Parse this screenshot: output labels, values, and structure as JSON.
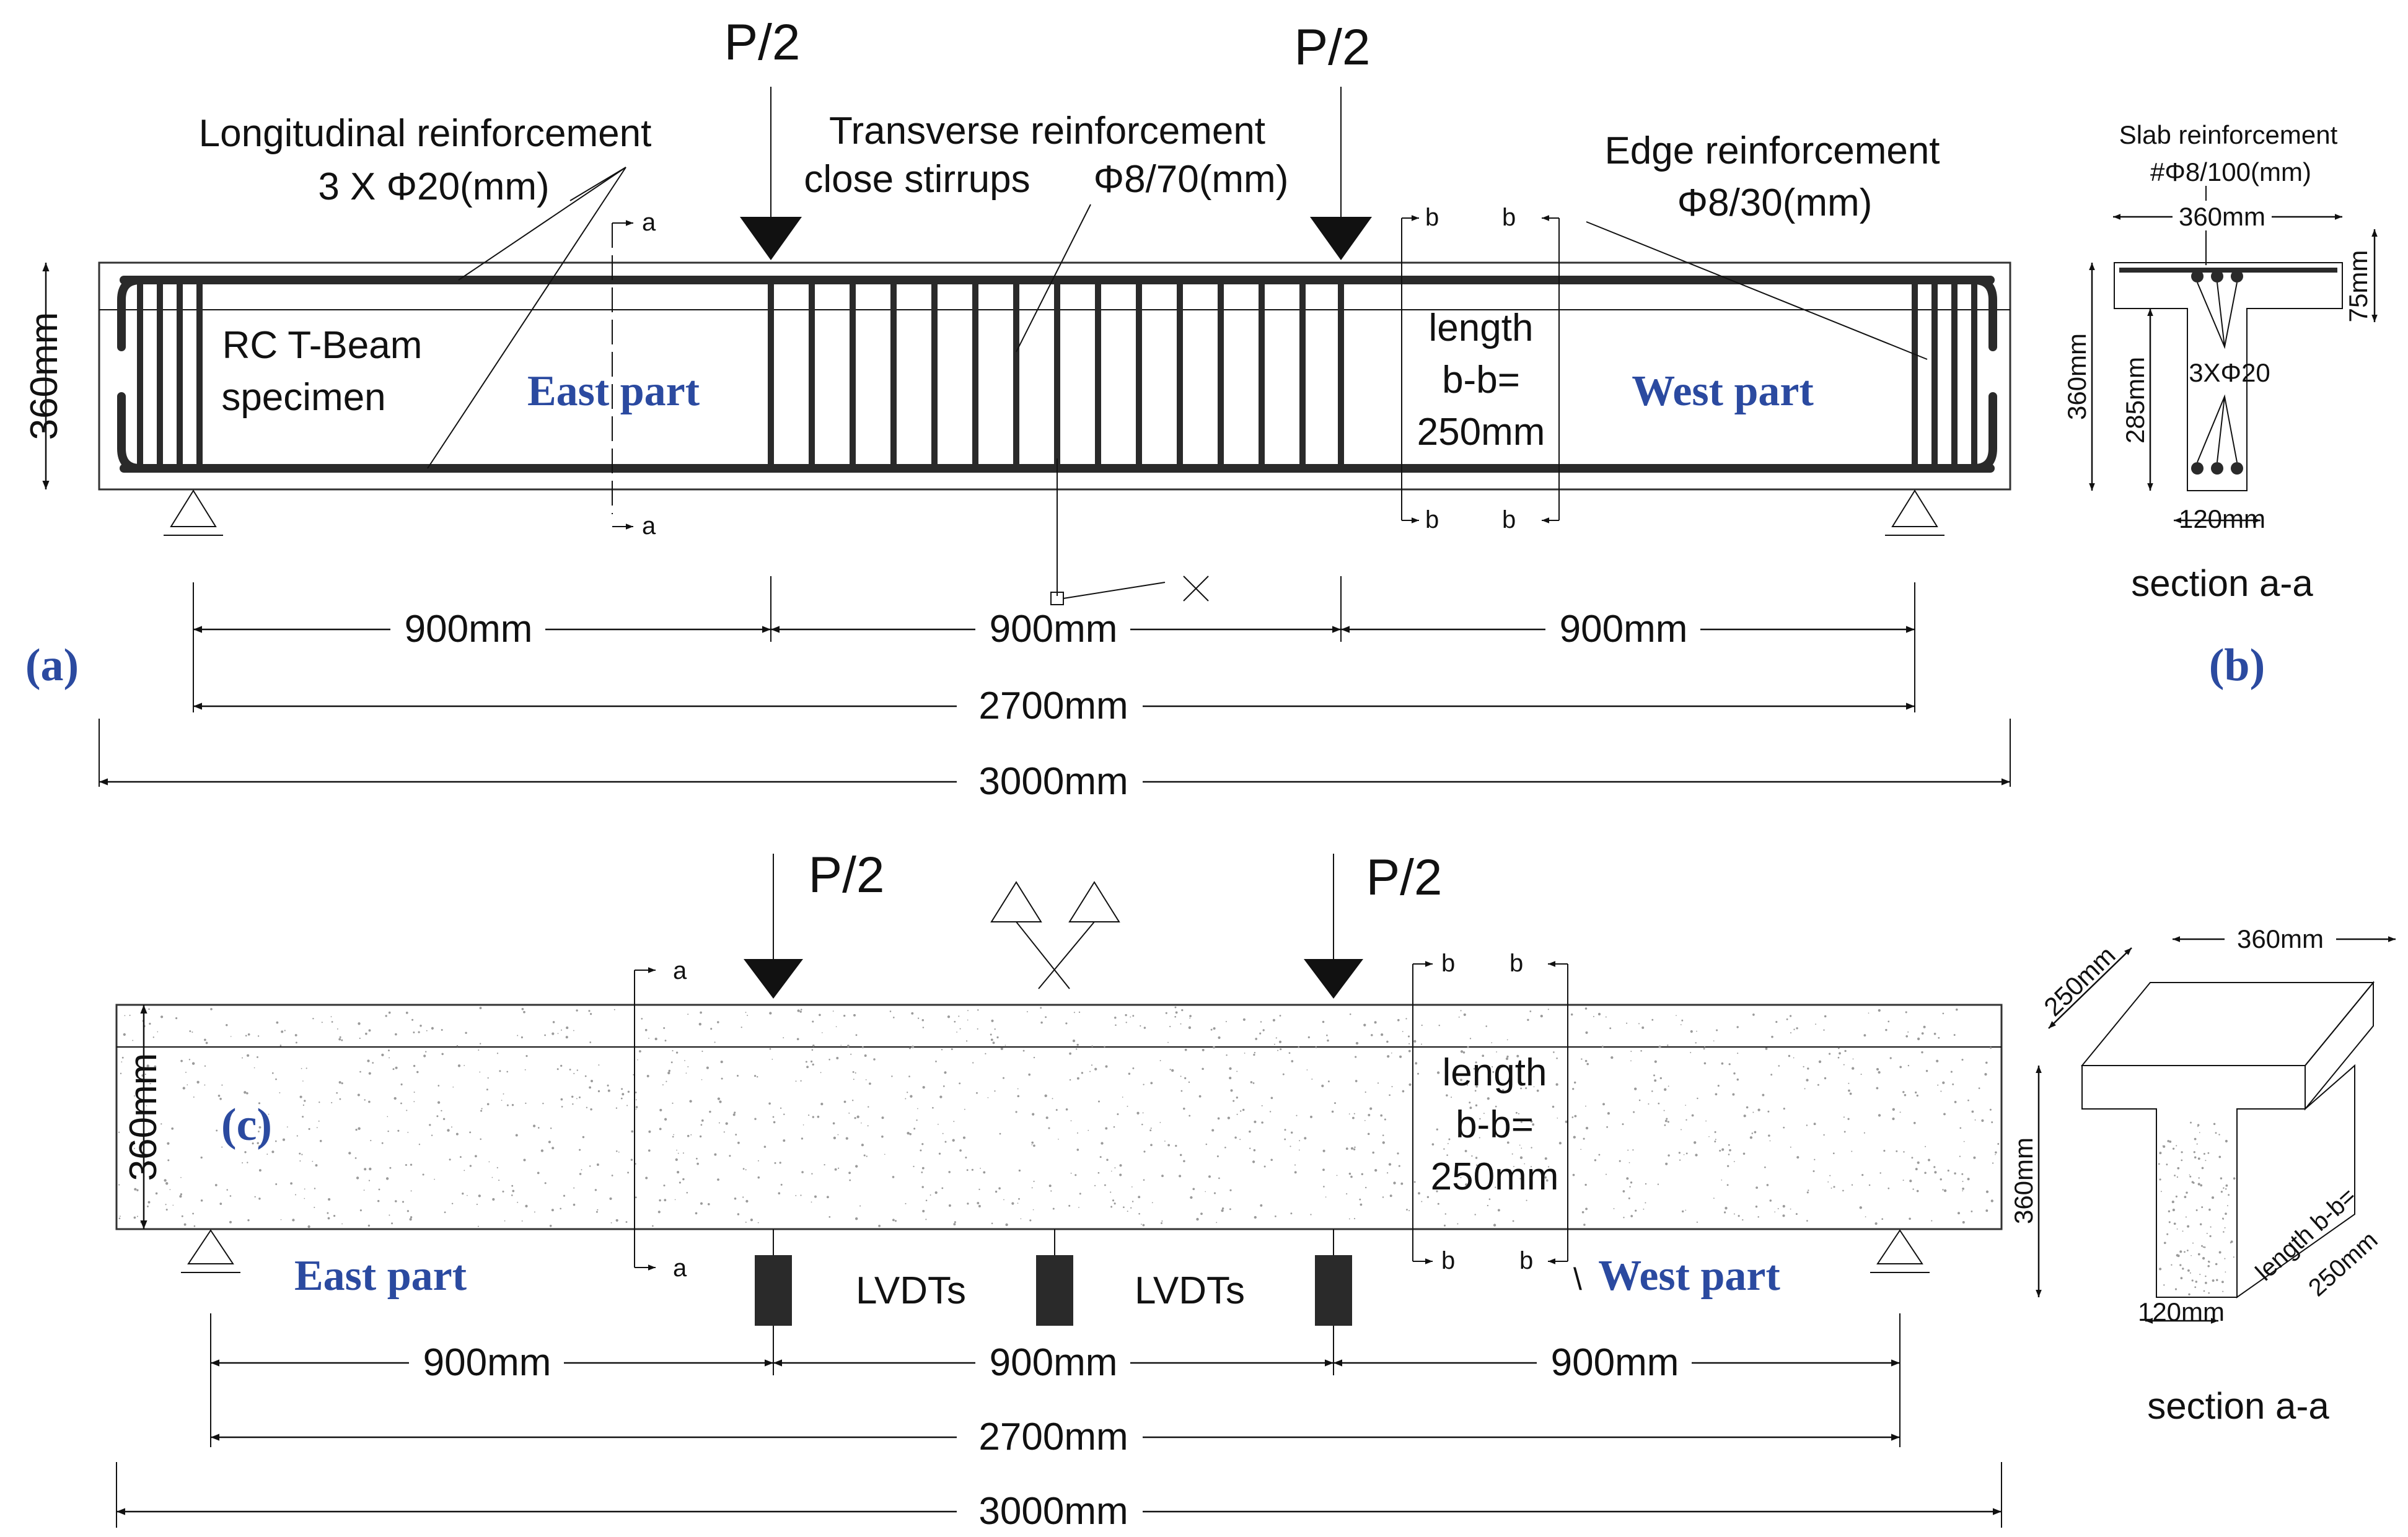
{
  "panel_a": {
    "tag": "(a)",
    "load_left": "P/2",
    "load_right": "P/2",
    "longitudinal_title": "Longitudinal reinforcement",
    "longitudinal_spec": "3 X Φ20(mm)",
    "transverse_title": "Transverse reinforcement",
    "transverse_left": "close stirrups",
    "transverse_spec": "Φ8/70(mm)",
    "edge_title": "Edge reinforcement",
    "edge_spec": "Φ8/30(mm)",
    "specimen_line1": "RC T-Beam",
    "specimen_line2": "specimen",
    "east": "East part",
    "west": "West part",
    "length_line1": "length",
    "length_line2": "b-b=",
    "length_line3": "250mm",
    "height": "360mm",
    "cut_a": "a",
    "cut_b": "b",
    "span_left": "900mm",
    "span_mid": "900mm",
    "span_right": "900mm",
    "span_total": "2700mm",
    "beam_total": "3000mm"
  },
  "panel_b": {
    "tag": "(b)",
    "slab_title": "Slab reinforcement",
    "slab_spec": "#Φ8/100(mm)",
    "flange_width": "360mm",
    "flange_depth": "75mm",
    "total_height": "360mm",
    "web_depth": "285mm",
    "bars": "3XΦ20",
    "web_width": "120mm",
    "caption": "section a-a"
  },
  "panel_c": {
    "tag": "(c)",
    "load_left": "P/2",
    "load_right": "P/2",
    "east": "East part",
    "west": "West part",
    "west_mark": "\\",
    "length_line1": "length",
    "length_line2": "b-b=",
    "length_line3": "250mm",
    "height": "360mm",
    "cut_a": "a",
    "cut_b": "b",
    "lvdt_left": "LVDTs",
    "lvdt_right": "LVDTs",
    "span_left": "900mm",
    "span_mid": "900mm",
    "span_right": "900mm",
    "span_total": "2700mm",
    "beam_total": "3000mm"
  },
  "panel_d": {
    "flange_width": "360mm",
    "length_top": "250mm",
    "height": "360mm",
    "length_side": "length b-b=",
    "length_side_value": "250mm",
    "web_width": "120mm",
    "caption": "section a-a"
  },
  "colors": {
    "ink": "#111111",
    "rebar": "#2a2a2a",
    "label_blue": "#2b4aa0",
    "concrete_dots": "#9a9a9a"
  }
}
